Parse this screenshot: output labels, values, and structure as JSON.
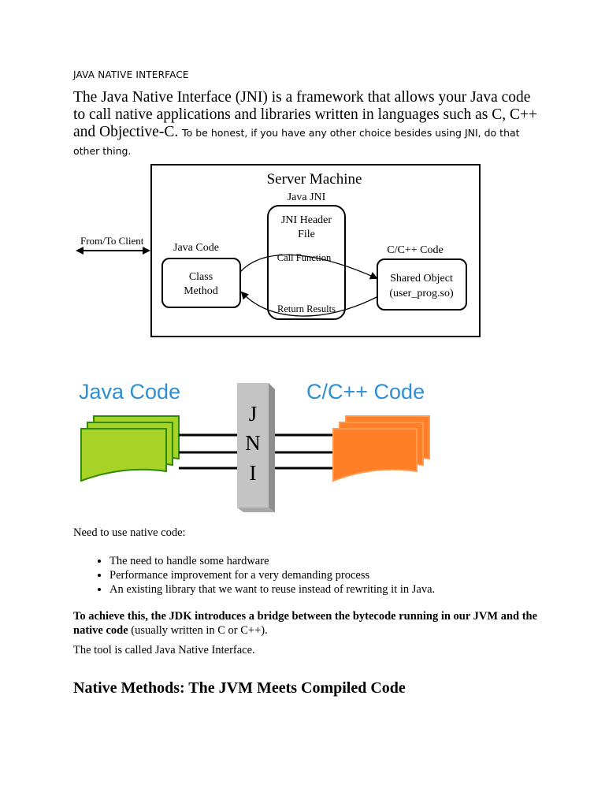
{
  "page": {
    "heading": "JAVA NATIVE INTERFACE",
    "intro_main": "The Java Native Interface (JNI) is a framework that allows your Java code to call native applications and libraries written in languages such as C, C++ and Objective-C.",
    "intro_note": "To be honest, if you have any other choice besides using JNI, do that other thing."
  },
  "diagram1": {
    "title": "Server Machine",
    "client_label": "From/To Client",
    "java_code_label": "Java Code",
    "class_method_line1": "Class",
    "class_method_line2": "Method",
    "jni_label": "Java JNI",
    "jni_header_line1": "JNI Header",
    "jni_header_line2": "File",
    "call_function": "Call Function",
    "return_results": "Return Results",
    "c_code_label": "C/C++ Code",
    "shared_object_line1": "Shared Object",
    "shared_object_line2": "(user_prog.so)"
  },
  "diagram2": {
    "java_title": "Java Code",
    "c_title": "C/C++ Code",
    "jni_j": "J",
    "jni_n": "N",
    "jni_i": "I",
    "colors": {
      "title_blue": "#2e8fd6",
      "java_green": "#a6d326",
      "c_orange": "#ff7f27",
      "jni_gray": "#c4c4c4"
    }
  },
  "content": {
    "need_intro": "Need to use native code:",
    "bullets": [
      "The need to handle some hardware",
      "Performance improvement for a very demanding process",
      "An existing library that we want to reuse instead of rewriting it in Java."
    ],
    "bridge_bold": "To achieve this, the JDK introduces a bridge between the bytecode running in our JVM and the native code",
    "bridge_rest": " (usually written in C or C++).",
    "tool": "The tool is called Java Native Interface.",
    "section_title": "Native Methods: The JVM Meets Compiled Code"
  }
}
